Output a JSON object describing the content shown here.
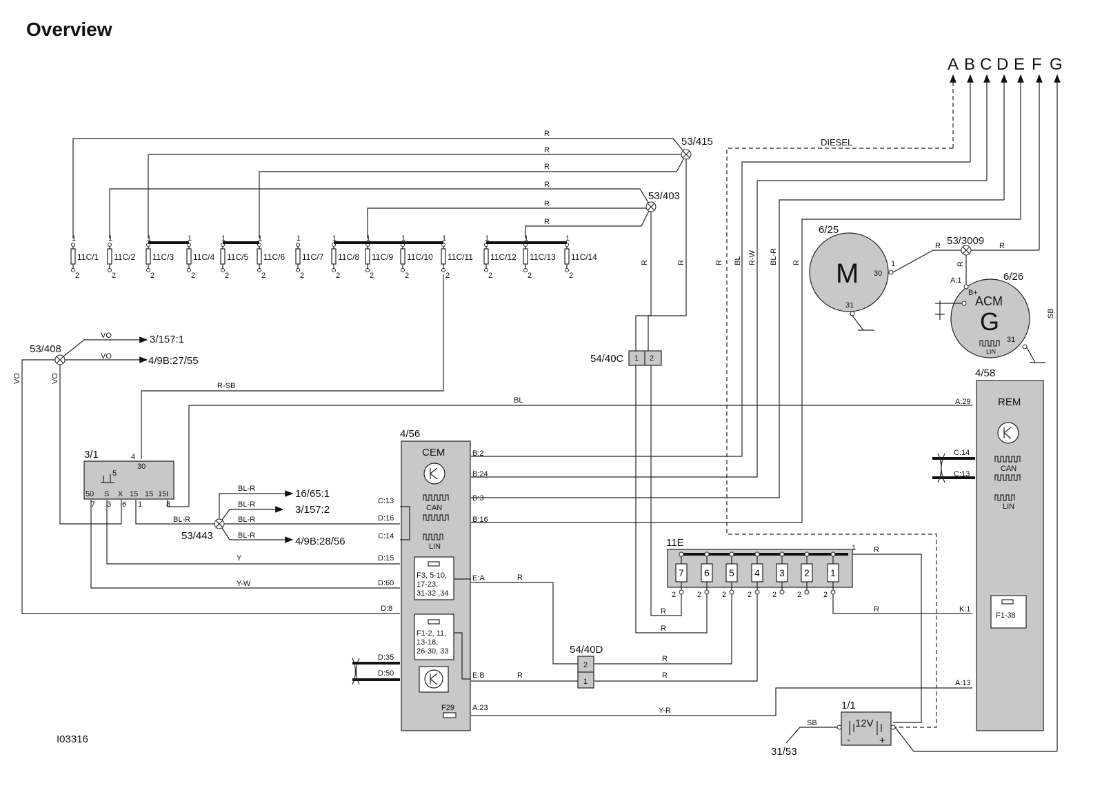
{
  "title": "Overview",
  "figure_id": "I03316",
  "outputs": [
    "A",
    "B",
    "C",
    "D",
    "E",
    "F",
    "G"
  ],
  "diesel": "DIESEL",
  "splices": {
    "s415": "53/415",
    "s403": "53/403",
    "s3009": "53/3009",
    "s408": "53/408",
    "s443": "53/443"
  },
  "fuses": [
    "11C/1",
    "11C/2",
    "11C/3",
    "11C/4",
    "11C/5",
    "11C/6",
    "11C/7",
    "11C/8",
    "11C/9",
    "11C/10",
    "11C/11",
    "11C/12",
    "11C/13",
    "11C/14"
  ],
  "pin_one": "1",
  "pin_two": "2",
  "wire_colors": {
    "r": "R",
    "bl": "BL",
    "rw": "R-W",
    "blr": "BL-R",
    "sb": "SB",
    "vo": "VO",
    "rsb": "R-SB",
    "y": "Y",
    "yw": "Y-W",
    "yr": "Y-R"
  },
  "motor": {
    "id": "6/25",
    "symbol": "M",
    "pin30": "30",
    "pin31": "31",
    "pin1": "1"
  },
  "generator": {
    "id": "6/26",
    "name": "ACM",
    "symbol": "G",
    "bplus": "B+",
    "pin31": "31",
    "lin": "LIN",
    "a1": "A:1"
  },
  "connector_40c": {
    "id": "54/40C",
    "pin1": "1",
    "pin2": "2"
  },
  "connector_40d": {
    "id": "54/40D",
    "pin1": "1",
    "pin2": "2"
  },
  "vo_targets": [
    "3/157:1",
    "4/9B:27/55"
  ],
  "blr_targets": [
    "16/65:1",
    "3/157:2",
    "4/9B:28/56"
  ],
  "ignition": {
    "id": "3/1",
    "pin4": "4",
    "pin30": "30",
    "pin5": "5",
    "pins": [
      "50",
      "S",
      "X",
      "15",
      "15",
      "15I"
    ],
    "pinnums": [
      "7",
      "3",
      "6",
      "1",
      "8"
    ]
  },
  "cem": {
    "id": "4/56",
    "name": "CEM",
    "can": "CAN",
    "lin": "LIN",
    "right_pins": [
      "B:2",
      "B:24",
      "B:3",
      "B:16",
      "E:A",
      "E:B",
      "A:23"
    ],
    "left_pins": [
      "C:13",
      "D:16",
      "C:14",
      "D:15",
      "D:60",
      "D:8",
      "D:35",
      "D:50"
    ],
    "fuse_box1": [
      "F3, 5-10,",
      "17-23,",
      "31-32 ,34"
    ],
    "fuse_box2": [
      "F1-2, 11,",
      "13-18,",
      "26-30, 33"
    ],
    "f29": "F29"
  },
  "rem": {
    "id": "4/58",
    "name": "REM",
    "can": "CAN",
    "lin": "LIN",
    "pins": [
      "A:29",
      "C:14",
      "C:13",
      "K:1",
      "A:13"
    ],
    "fuse": "F1-38"
  },
  "relay_block": {
    "id": "11E",
    "slots": [
      "7",
      "6",
      "5",
      "4",
      "3",
      "2",
      "1"
    ]
  },
  "battery": {
    "id": "1/1",
    "voltage": "12V",
    "minus": "-",
    "plus": "+"
  },
  "ground": "31/53"
}
